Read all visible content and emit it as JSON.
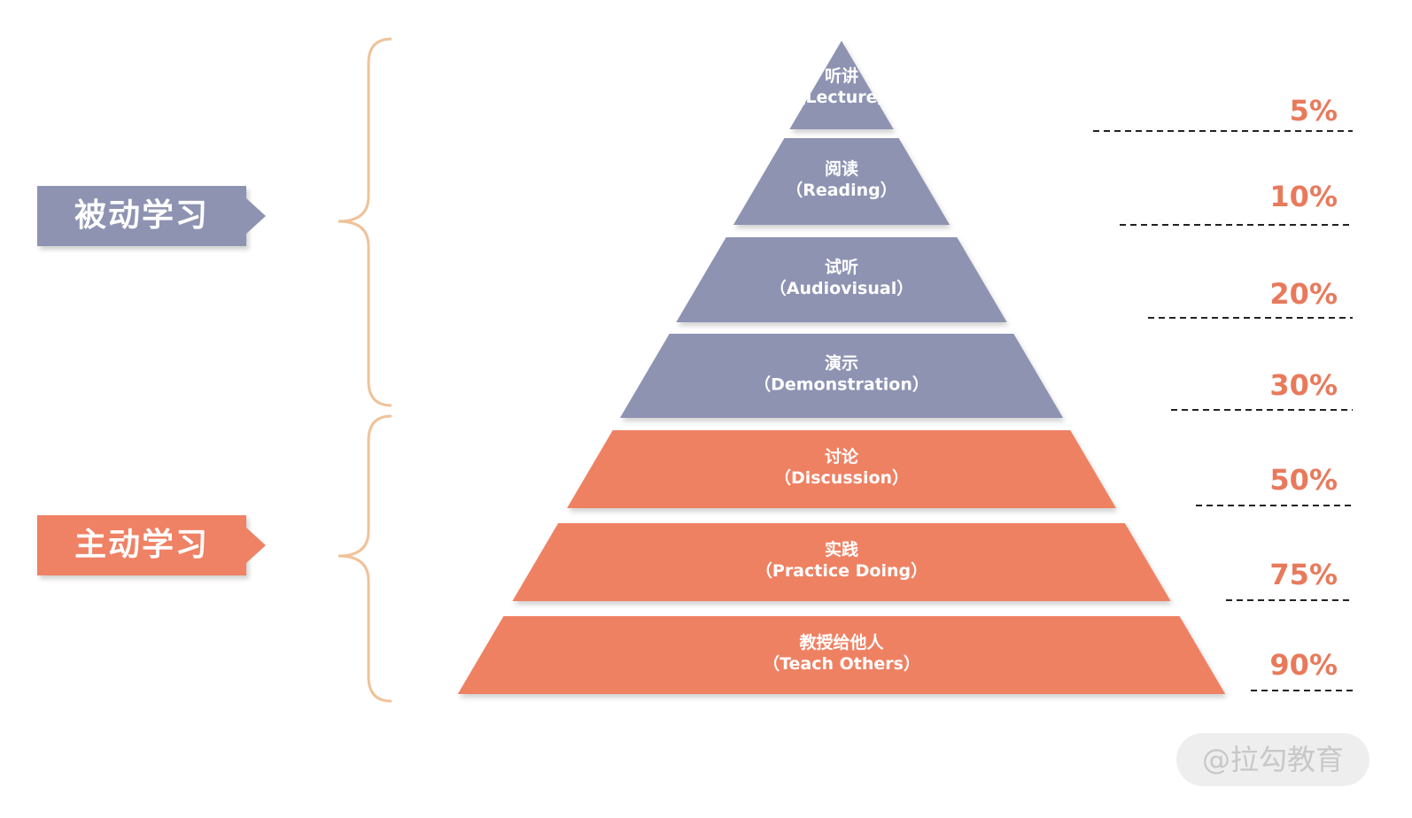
{
  "groups": [
    {
      "label": "被动学习",
      "color": "#8e93b2"
    },
    {
      "label": "主动学习",
      "color": "#ef8164"
    }
  ],
  "levels": [
    {
      "cn": "听讲",
      "en": "（Lecture）",
      "percent": "5%",
      "group": "passive"
    },
    {
      "cn": "阅读",
      "en": "（Reading）",
      "percent": "10%",
      "group": "passive"
    },
    {
      "cn": "试听",
      "en": "（Audiovisual）",
      "percent": "20%",
      "group": "passive"
    },
    {
      "cn": "演示",
      "en": "（Demonstration）",
      "percent": "30%",
      "group": "passive"
    },
    {
      "cn": "讨论",
      "en": "（Discussion）",
      "percent": "50%",
      "group": "active"
    },
    {
      "cn": "实践",
      "en": "（Practice Doing）",
      "percent": "75%",
      "group": "active"
    },
    {
      "cn": "教授给他人",
      "en": "（Teach Others）",
      "percent": "90%",
      "group": "active"
    }
  ],
  "colors": {
    "passive": "#8e93b2",
    "active": "#ef8164",
    "percent_text": "#e87a5c",
    "brace": "#f0c29a"
  },
  "watermark": "@拉勾教育"
}
